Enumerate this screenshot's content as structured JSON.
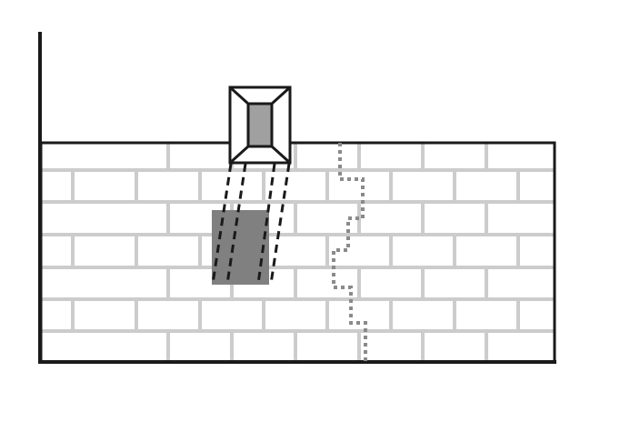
{
  "diagram": {
    "colors": {
      "background": "#ffffff",
      "mortar": "#cccccc",
      "outline": "#1a1a1a",
      "block": "#808080",
      "window_glass": "#a0a0a0",
      "crack": "#8a8a8a"
    },
    "elements": [
      {
        "id": "wall",
        "kind": "brick-wall",
        "rows": 7
      },
      {
        "id": "vertical-post",
        "kind": "post"
      },
      {
        "id": "window",
        "kind": "framed-window"
      },
      {
        "id": "projection",
        "kind": "dashed-projection-lines"
      },
      {
        "id": "dark-patch",
        "kind": "shaded-rectangle"
      },
      {
        "id": "crack",
        "kind": "dotted-zigzag-line"
      }
    ]
  }
}
